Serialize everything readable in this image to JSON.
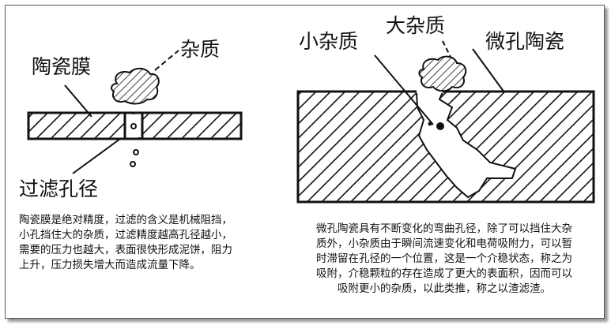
{
  "left_panel": {
    "label_membrane": "陶瓷膜",
    "label_impurity": "杂质",
    "label_pore": "过滤孔径",
    "description_lines": [
      "陶瓷膜是绝对精度，过滤的含义是机械阻挡，",
      "小孔挡住大的杂质，过滤精度越高孔径越小，",
      "需要的压力也越大，表面很快形成泥饼，阻力",
      "上升，压力损失增大而造成流量下降。"
    ]
  },
  "right_panel": {
    "label_small_impurity": "小杂质",
    "label_large_impurity": "大杂质",
    "label_ceramic": "微孔陶瓷",
    "description_lines": [
      "微孔陶瓷具有不断变化的弯曲孔径，除了可以挡住大杂",
      "质外，小杂质由于瞬间流速变化和电荷吸附力，可以暂",
      "时滞留在孔径的一个位置，这是一个介稳状态，称之为",
      "吸附，介稳颗粒的存在造成了更大的表面积，因而可以",
      "吸附更小的杂质，以此类推，称之以渣滤渣。"
    ]
  },
  "colors": {
    "line": "#111111",
    "background": "#ffffff",
    "shadow": "#9a9a9a"
  }
}
